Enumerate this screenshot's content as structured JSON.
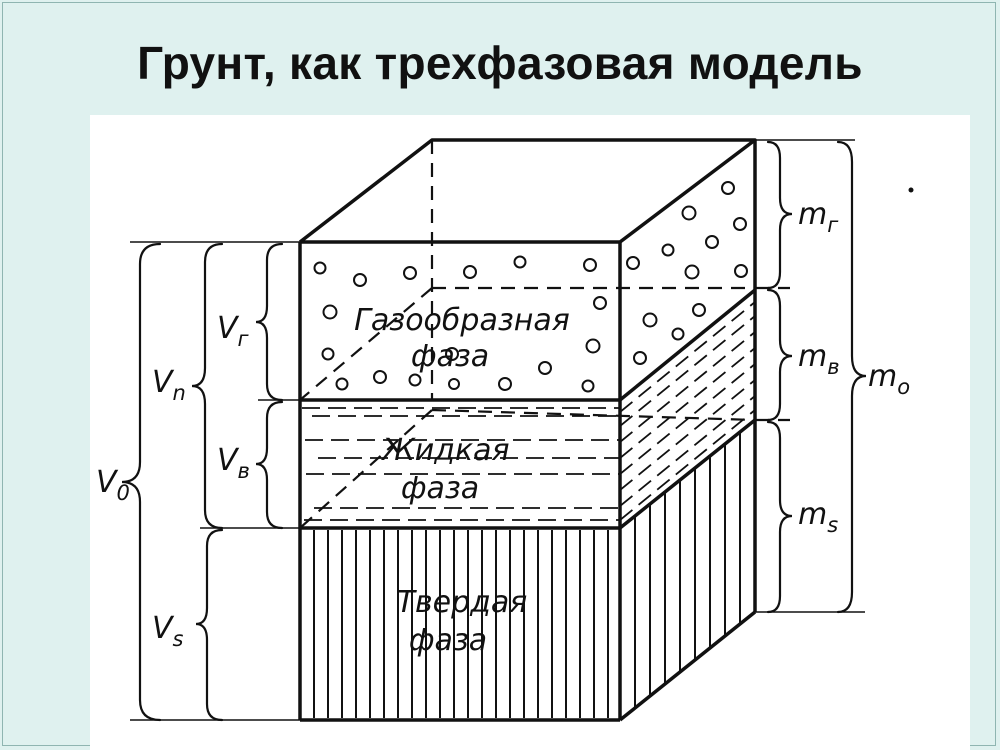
{
  "slide": {
    "title": "Грунт, как трехфазовая модель",
    "background_color": "#dff1ef",
    "panel_color": "#ffffff"
  },
  "phases": {
    "gas": {
      "line1": "Газообразная",
      "line2": "фаза"
    },
    "liquid": {
      "line1": "Жидкая",
      "line2": "фаза"
    },
    "solid": {
      "line1": "Твердая",
      "line2": "фаза"
    }
  },
  "volume_labels": {
    "v_total": {
      "main": "V",
      "sub": "0"
    },
    "v_pores": {
      "main": "V",
      "sub": "n"
    },
    "v_gas": {
      "main": "V",
      "sub": "г"
    },
    "v_water": {
      "main": "V",
      "sub": "в"
    },
    "v_solid": {
      "main": "V",
      "sub": "s"
    }
  },
  "mass_labels": {
    "m_gas": {
      "main": "m",
      "sub": "г"
    },
    "m_water": {
      "main": "m",
      "sub": "в"
    },
    "m_solid": {
      "main": "m",
      "sub": "s"
    },
    "m_total": {
      "main": "m",
      "sub": "o"
    }
  }
}
